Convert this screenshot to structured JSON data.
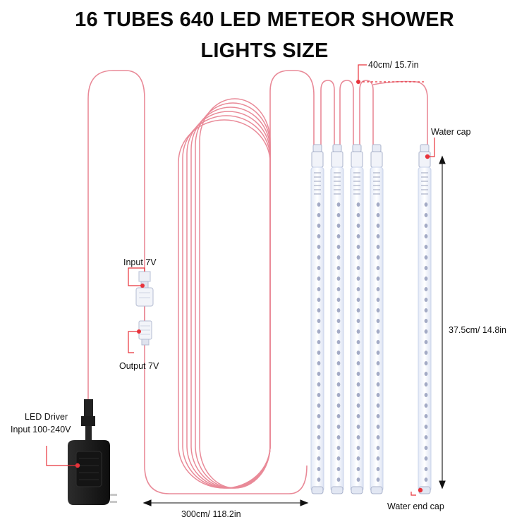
{
  "title": {
    "line1": "16 TUBES 640 LED METEOR SHOWER",
    "line2": "LIGHTS SIZE"
  },
  "labels": {
    "spacing": "40cm/ 15.7in",
    "water_cap": "Water cap",
    "input": "Input 7V",
    "output": "Output 7V",
    "driver_line1": "LED Driver",
    "driver_line2": "Input 100-240V",
    "tube_length": "37.5cm/ 14.8in",
    "water_end_cap": "Water end cap",
    "cable_length": "300cm/ 118.2in"
  },
  "colors": {
    "wire": "#e98a98",
    "accent": "#e8333b",
    "tube_leds": "#8e97b8",
    "driver": "#1a1a1a"
  }
}
